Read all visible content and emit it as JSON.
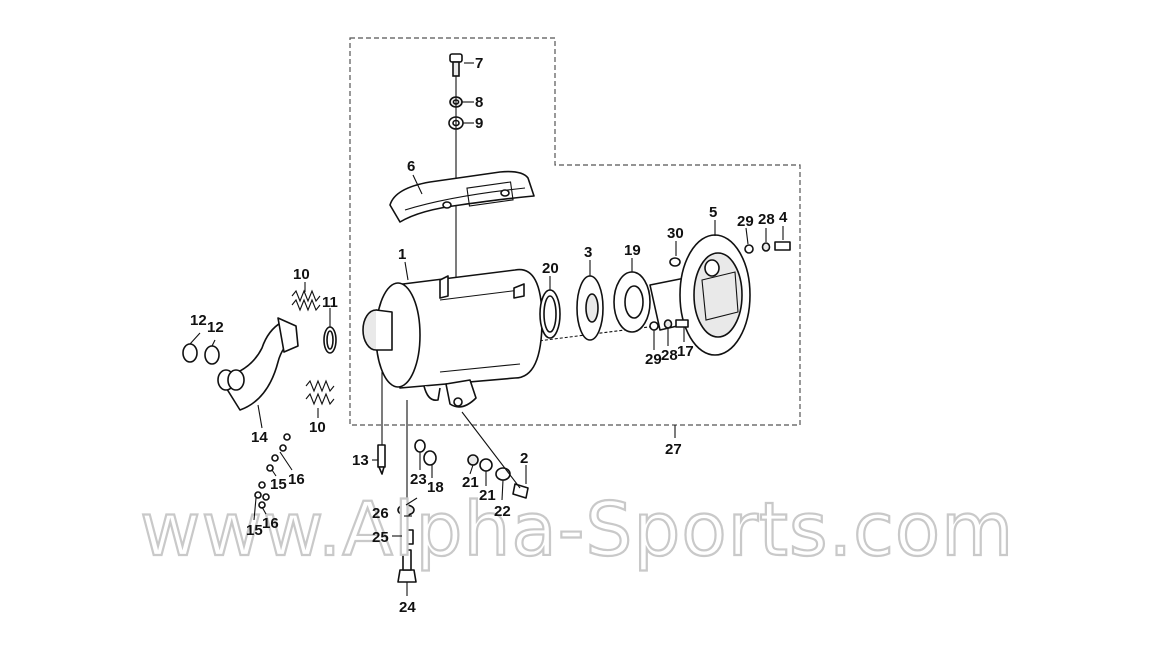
{
  "watermark": "www.Alpha-Sports.com",
  "callouts": [
    {
      "id": "c1",
      "label": "1"
    },
    {
      "id": "c2",
      "label": "2"
    },
    {
      "id": "c3",
      "label": "3"
    },
    {
      "id": "c4",
      "label": "4"
    },
    {
      "id": "c5",
      "label": "5"
    },
    {
      "id": "c6",
      "label": "6"
    },
    {
      "id": "c7",
      "label": "7"
    },
    {
      "id": "c8",
      "label": "8"
    },
    {
      "id": "c9",
      "label": "9"
    },
    {
      "id": "c10a",
      "label": "10"
    },
    {
      "id": "c10b",
      "label": "10"
    },
    {
      "id": "c11",
      "label": "11"
    },
    {
      "id": "c12a",
      "label": "12"
    },
    {
      "id": "c12b",
      "label": "12"
    },
    {
      "id": "c13",
      "label": "13"
    },
    {
      "id": "c14",
      "label": "14"
    },
    {
      "id": "c15a",
      "label": "15"
    },
    {
      "id": "c15b",
      "label": "15"
    },
    {
      "id": "c16a",
      "label": "16"
    },
    {
      "id": "c16b",
      "label": "16"
    },
    {
      "id": "c17",
      "label": "17"
    },
    {
      "id": "c18",
      "label": "18"
    },
    {
      "id": "c19",
      "label": "19"
    },
    {
      "id": "c20",
      "label": "20"
    },
    {
      "id": "c21a",
      "label": "21"
    },
    {
      "id": "c21b",
      "label": "21"
    },
    {
      "id": "c22",
      "label": "22"
    },
    {
      "id": "c23",
      "label": "23"
    },
    {
      "id": "c24",
      "label": "24"
    },
    {
      "id": "c25",
      "label": "25"
    },
    {
      "id": "c26",
      "label": "26"
    },
    {
      "id": "c27",
      "label": "27"
    },
    {
      "id": "c28a",
      "label": "28"
    },
    {
      "id": "c28b",
      "label": "28"
    },
    {
      "id": "c29a",
      "label": "29"
    },
    {
      "id": "c29b",
      "label": "29"
    },
    {
      "id": "c30",
      "label": "30"
    }
  ]
}
